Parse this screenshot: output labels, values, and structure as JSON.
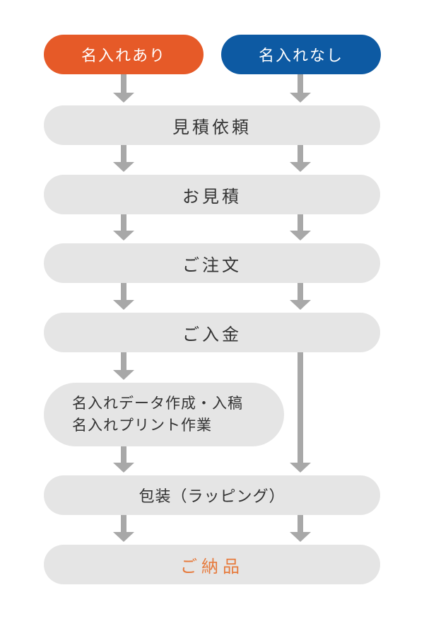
{
  "options": {
    "with_engraving": {
      "label": "名入れあり",
      "color": "#e65a28"
    },
    "without_engraving": {
      "label": "名入れなし",
      "color": "#0d5aa3"
    }
  },
  "steps": {
    "quote_request": "見積依頼",
    "quote": "お見積",
    "order": "ご注文",
    "payment": "ご入金",
    "engraving_line1": "名入れデータ作成・入稿",
    "engraving_line2": "名入れプリント作業",
    "wrapping": "包装（ラッピング）",
    "delivery": "ご納品"
  },
  "colors": {
    "step_fill": "#e5e5e5",
    "arrow": "#a8a8a8",
    "text": "#333333",
    "delivery_text": "#e67a3c"
  }
}
